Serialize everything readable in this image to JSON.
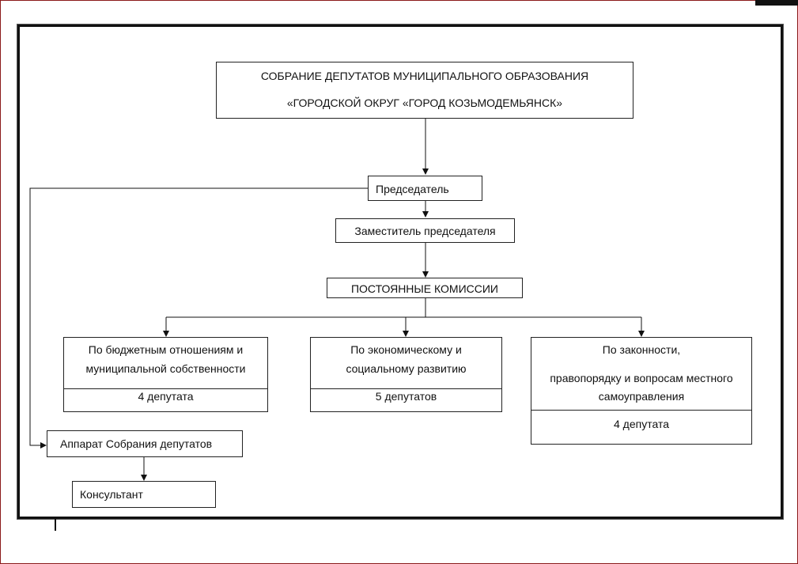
{
  "diagram": {
    "assembly": {
      "line1": "СОБРАНИЕ ДЕПУТАТОВ МУНИЦИПАЛЬНОГО ОБРАЗОВАНИЯ",
      "line2": "«ГОРОДСКОЙ ОКРУГ «ГОРОД КОЗЬМОДЕМЬЯНСК»"
    },
    "chairman": "Председатель",
    "deputy_chairman": "Заместитель председателя",
    "standing_commissions": "ПОСТОЯННЫЕ КОМИССИИ",
    "commissions": [
      {
        "title_lines": [
          "По бюджетным отношениям и",
          "муниципальной собственности"
        ],
        "members": "4 депутата"
      },
      {
        "title_lines": [
          "По экономическому и",
          "социальному развитию"
        ],
        "members": "5 депутатов"
      },
      {
        "title_lines": [
          "По законности,",
          "правопорядку и вопросам  местного",
          "самоуправления"
        ],
        "members": "4 депутата"
      }
    ],
    "apparatus": "Аппарат Собрания депутатов",
    "consultant": "Консультант"
  }
}
